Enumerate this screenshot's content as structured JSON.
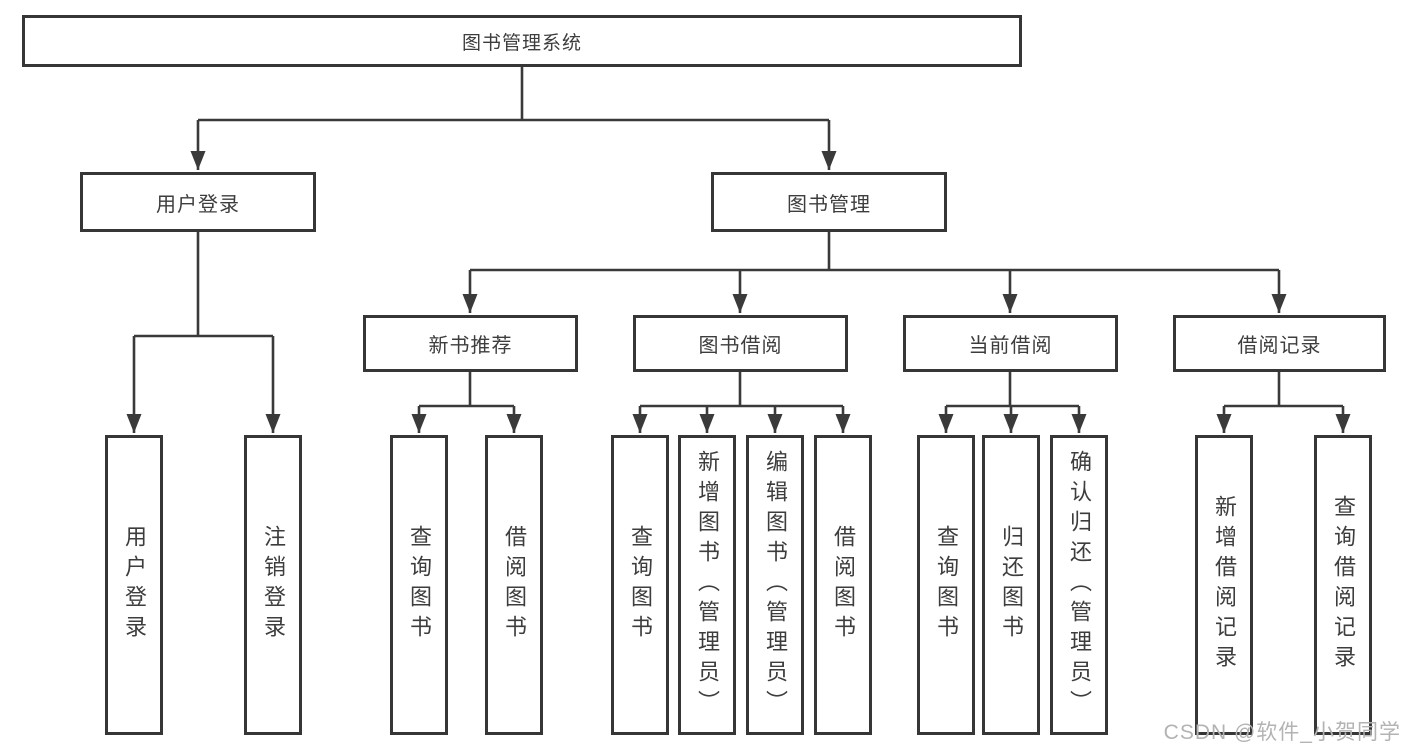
{
  "tree": {
    "root": "图书管理系统",
    "children": [
      {
        "label": "用户登录",
        "children": [
          "用户登录",
          "注销登录"
        ]
      },
      {
        "label": "图书管理",
        "children": [
          {
            "label": "新书推荐",
            "children": [
              "查询图书",
              "借阅图书"
            ]
          },
          {
            "label": "图书借阅",
            "children": [
              "查询图书",
              "新增图书（管理员）",
              "编辑图书（管理员）",
              "借阅图书"
            ]
          },
          {
            "label": "当前借阅",
            "children": [
              "查询图书",
              "归还图书",
              "确认归还（管理员）"
            ]
          },
          {
            "label": "借阅记录",
            "children": [
              "新增借阅记录",
              "查询借阅记录"
            ]
          }
        ]
      }
    ]
  },
  "watermark": {
    "text": "CSDN @软件_小贺同学"
  },
  "colors": {
    "line": "#3a3a3a",
    "box_border": "#363636",
    "text": "#3d3d3d",
    "watermark": "#b3b3b3",
    "background": "#ffffff"
  }
}
